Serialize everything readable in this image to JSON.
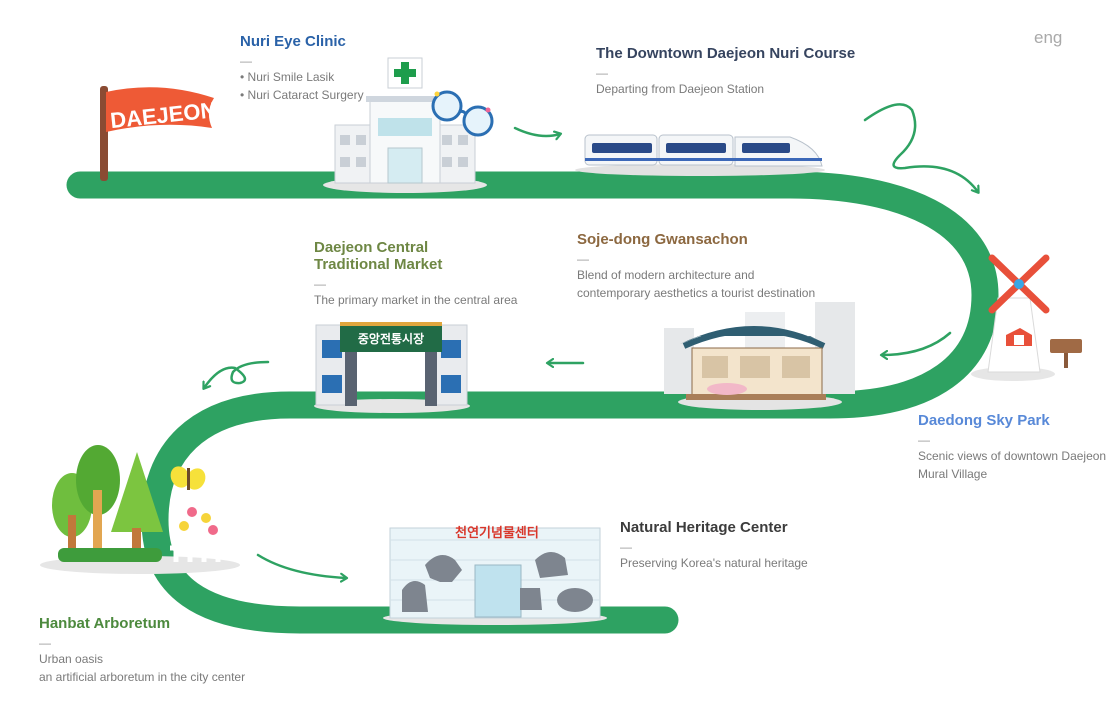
{
  "lang": "eng",
  "flag_text": "DAEJEON",
  "market_sign": "중앙전통시장",
  "heritage_sign": "천연기념물센터",
  "colors": {
    "road": "#2ea262",
    "arrow": "#2ea262",
    "flag": "#ee5a36"
  },
  "stops": {
    "eye_clinic": {
      "title": "Nuri Eye Clinic",
      "dash": "—",
      "lines": [
        "• Nuri Smile Lasik",
        "• Nuri Cataract Surgery"
      ]
    },
    "course": {
      "title": "The Downtown Daejeon Nuri Course",
      "dash": "—",
      "lines": [
        "Departing from Daejeon Station"
      ]
    },
    "market": {
      "title_lines": [
        "Daejeon Central",
        "Traditional Market"
      ],
      "dash": "—",
      "lines": [
        "The primary market in the central area"
      ]
    },
    "soje": {
      "title": "Soje-dong Gwansachon",
      "dash": "—",
      "lines": [
        "Blend of modern architecture and",
        "contemporary aesthetics a tourist destination"
      ]
    },
    "sky_park": {
      "title": "Daedong Sky Park",
      "dash": "—",
      "lines": [
        "Scenic views of downtown Daejeon",
        "Mural Village"
      ]
    },
    "heritage": {
      "title": "Natural Heritage Center",
      "dash": "—",
      "lines": [
        "Preserving Korea's natural heritage"
      ]
    },
    "arboretum": {
      "title": "Hanbat Arboretum",
      "dash": "—",
      "lines": [
        "Urban oasis",
        "an artificial arboretum in the city center"
      ]
    }
  }
}
